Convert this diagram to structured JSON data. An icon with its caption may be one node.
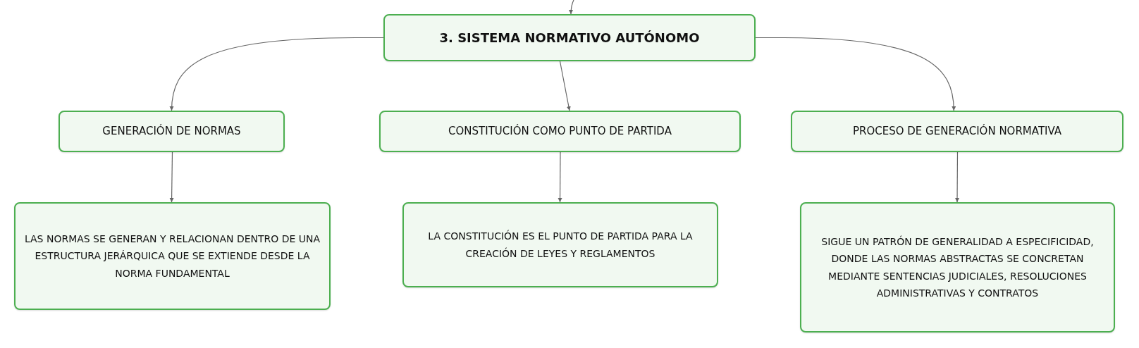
{
  "diagram": {
    "nodes": [
      {
        "text": [
          "3. SISTEMA NORMATIVO AUTÓNOMO"
        ]
      },
      {
        "text": [
          "GENERACIÓN DE NORMAS"
        ]
      },
      {
        "text": [
          "CONSTITUCIÓN COMO PUNTO DE PARTIDA"
        ]
      },
      {
        "text": [
          "PROCESO DE GENERACIÓN NORMATIVA"
        ]
      },
      {
        "text": [
          "LAS NORMAS SE GENERAN Y RELACIONAN DENTRO DE UNA ESTRUCTURA JERÁRQUICA QUE SE EXTIENDE DESDE LA NORMA FUNDAMENTAL"
        ]
      },
      {
        "text": [
          "LA CONSTITUCIÓN ES EL PUNTO DE PARTIDA PARA LA CREACIÓN DE LEYES Y REGLAMENTOS"
        ]
      },
      {
        "text": [
          "SIGUE UN PATRÓN DE GENERALIDAD A ESPECIFICIDAD, DONDE LAS NORMAS ABSTRACTAS SE CONCRETAN MEDIANTE SENTENCIAS JUDICIALES, RESOLUCIONES ADMINISTRATIVAS Y CONTRATOS"
        ]
      }
    ],
    "edges": [
      {
        "from": null,
        "to": 0,
        "arrow": "to"
      },
      {
        "from": 0,
        "to": 1,
        "arrow": "to"
      },
      {
        "from": 0,
        "to": 2,
        "arrow": "to"
      },
      {
        "from": 0,
        "to": 3,
        "arrow": "to"
      },
      {
        "from": 1,
        "to": 4,
        "arrow": "to"
      },
      {
        "from": 2,
        "to": 5,
        "arrow": "to"
      },
      {
        "from": 3,
        "to": 6,
        "arrow": "to"
      }
    ]
  }
}
